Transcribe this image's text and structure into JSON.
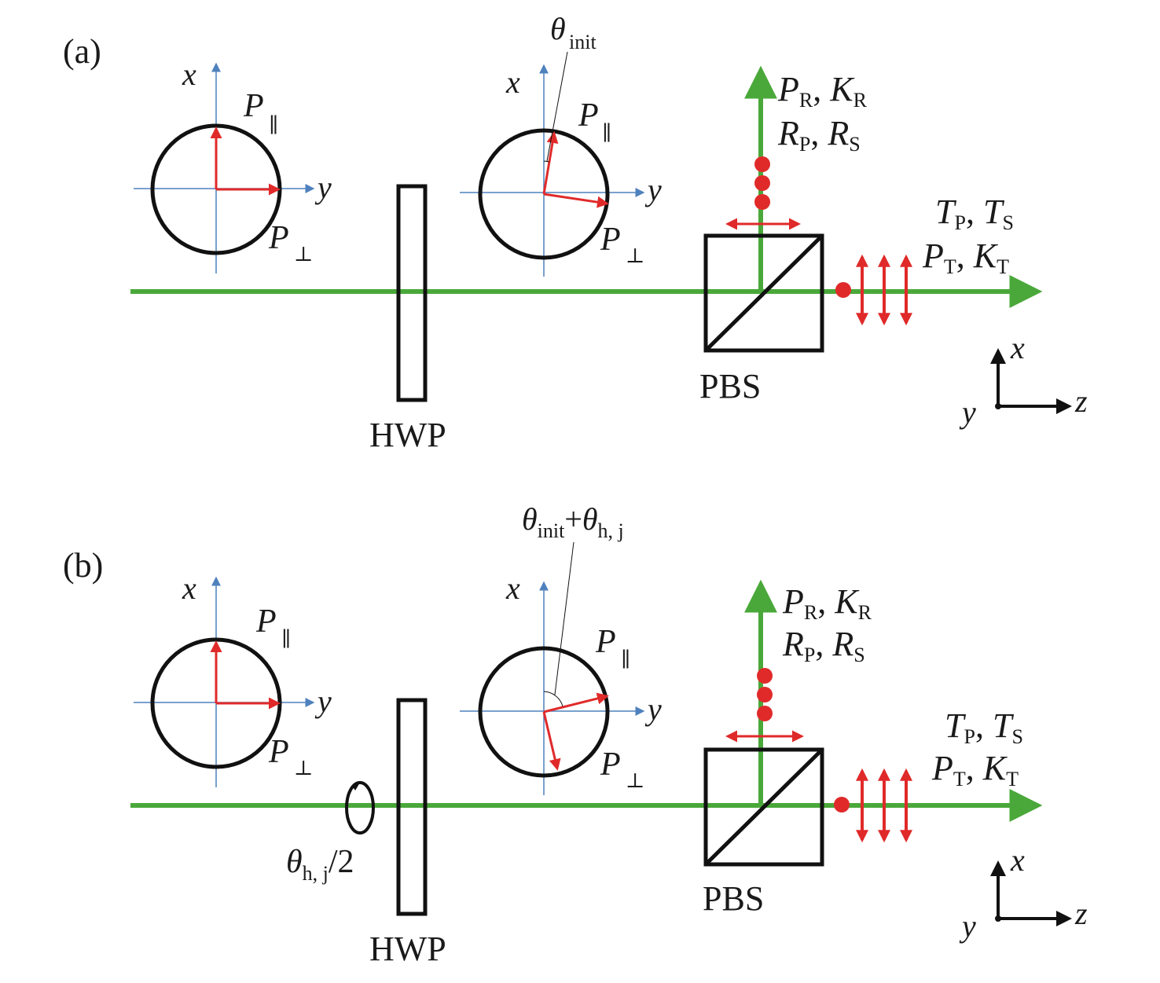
{
  "colors": {
    "beam": "#4aa83a",
    "polarization": "#e02a2a",
    "axis": "#4f81bd",
    "outline": "#111111"
  },
  "panel_a": {
    "label": "(a)",
    "angle_symbol": "θ",
    "angle_sub": "init",
    "hwp_label": "HWP",
    "pbs_label": "PBS",
    "circle_x": "x",
    "circle_y": "y",
    "p_par": "P",
    "p_par_sub": "∥",
    "p_perp": "P",
    "p_perp_sub": "⊥",
    "refl_l1": {
      "a": "P",
      "a_sub": "R",
      "b": "K",
      "b_sub": "R"
    },
    "refl_l2": {
      "a": "R",
      "a_sub": "P",
      "b": "R",
      "b_sub": "S"
    },
    "trans_l1": {
      "a": "T",
      "a_sub": "P",
      "b": "T",
      "b_sub": "S"
    },
    "trans_l2": {
      "a": "P",
      "a_sub": "T",
      "b": "K",
      "b_sub": "T"
    },
    "frame_x": "x",
    "frame_y": "y",
    "frame_z": "z"
  },
  "panel_b": {
    "label": "(b)",
    "angle_symbol": "θ",
    "angle_sub": "init",
    "angle_plus": "+",
    "angle2_symbol": "θ",
    "angle2_sub": "h, j",
    "rot_symbol": "θ",
    "rot_sub": "h, j",
    "rot_tail": "/2",
    "hwp_label": "HWP",
    "pbs_label": "PBS",
    "circle_x": "x",
    "circle_y": "y",
    "p_par": "P",
    "p_par_sub": "∥",
    "p_perp": "P",
    "p_perp_sub": "⊥",
    "refl_l1": {
      "a": "P",
      "a_sub": "R",
      "b": "K",
      "b_sub": "R"
    },
    "refl_l2": {
      "a": "R",
      "a_sub": "P",
      "b": "R",
      "b_sub": "S"
    },
    "trans_l1": {
      "a": "T",
      "a_sub": "P",
      "b": "T",
      "b_sub": "S"
    },
    "trans_l2": {
      "a": "P",
      "a_sub": "T",
      "b": "K",
      "b_sub": "T"
    },
    "frame_x": "x",
    "frame_y": "y",
    "frame_z": "z"
  }
}
